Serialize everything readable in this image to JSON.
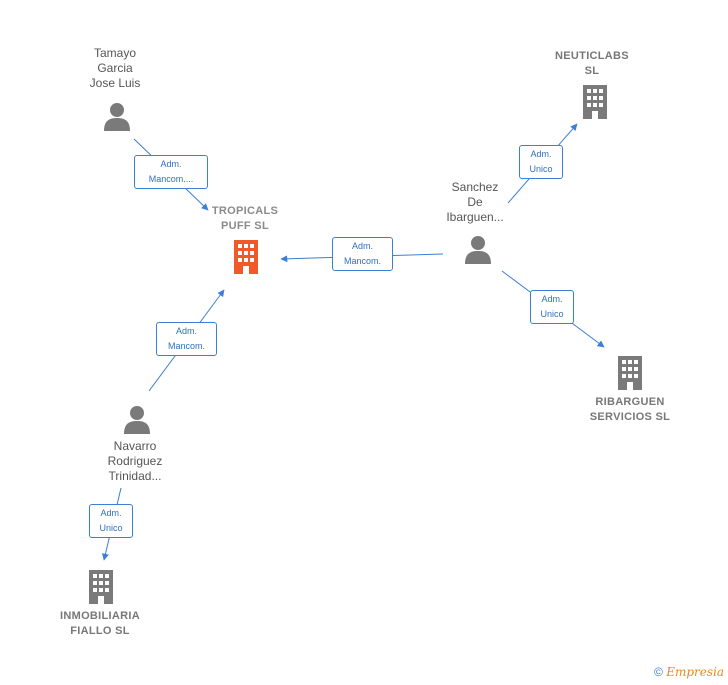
{
  "nodes": {
    "tamayo": [
      "Tamayo",
      "Garcia",
      "Jose Luis"
    ],
    "neuticlabs": [
      "NEUTICLABS",
      "SL"
    ],
    "sanchez": [
      "Sanchez",
      "De",
      "Ibarguen..."
    ],
    "tropicals": [
      "TROPICALS",
      "PUFF  SL"
    ],
    "ribarguen": [
      "RIBARGUEN",
      "SERVICIOS SL"
    ],
    "navarro": [
      "Navarro",
      "Rodriguez",
      "Trinidad..."
    ],
    "inmobiliaria": [
      "INMOBILIARIA",
      "FIALLO  SL"
    ]
  },
  "edges": {
    "tamayo_tropicals": [
      "Adm.",
      "Mancom...."
    ],
    "sanchez_neuticlabs": [
      "Adm.",
      "Unico"
    ],
    "sanchez_tropicals": [
      "Adm.",
      "Mancom."
    ],
    "sanchez_ribarguen": [
      "Adm.",
      "Unico"
    ],
    "navarro_tropicals": [
      "Adm.",
      "Mancom."
    ],
    "navarro_inmobiliaria": [
      "Adm.",
      "Unico"
    ]
  },
  "footer": {
    "copyright": "©",
    "brand": "Empresia"
  },
  "colors": {
    "edge": "#3b7fd6",
    "main_company": "#f05a28",
    "company": "#7a7a7a",
    "person": "#7a7a7a"
  }
}
